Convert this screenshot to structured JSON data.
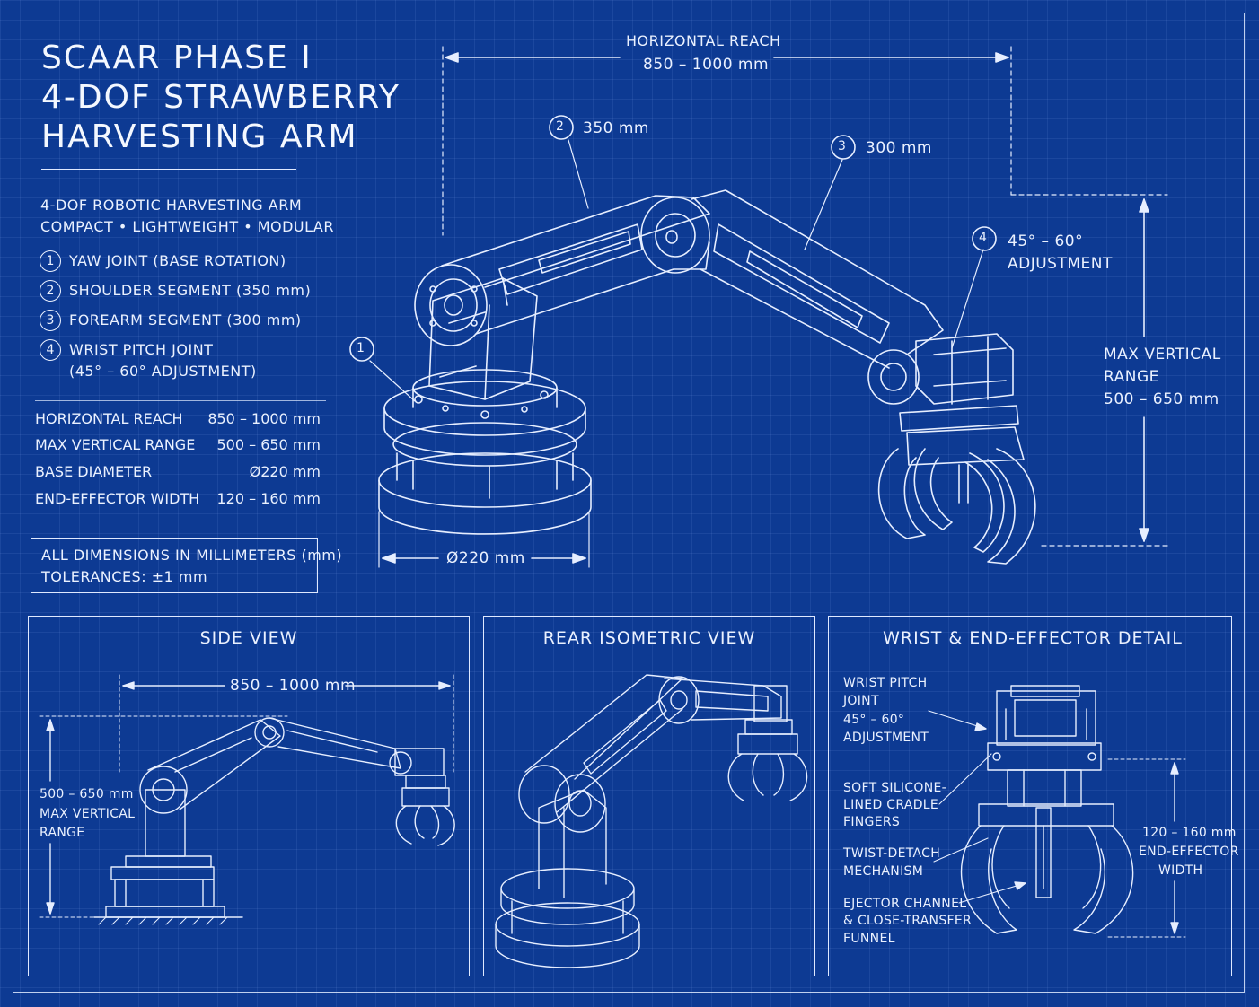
{
  "title": [
    "SCAAR PHASE I",
    "4-DOF STRAWBERRY",
    "HARVESTING ARM"
  ],
  "subtitle": [
    "4-DOF ROBOTIC HARVESTING ARM",
    "COMPACT • LIGHTWEIGHT • MODULAR"
  ],
  "legend": [
    {
      "num": "1",
      "text": "YAW JOINT (BASE ROTATION)"
    },
    {
      "num": "2",
      "text": "SHOULDER SEGMENT (350 mm)"
    },
    {
      "num": "3",
      "text": "FOREARM SEGMENT (300 mm)"
    },
    {
      "num": "4",
      "text": "WRIST PITCH JOINT",
      "text2": "(45° – 60° ADJUSTMENT)"
    }
  ],
  "specs": [
    {
      "key": "HORIZONTAL REACH",
      "value": "850 – 1000 mm"
    },
    {
      "key": "MAX VERTICAL RANGE",
      "value": "500 – 650 mm"
    },
    {
      "key": "BASE DIAMETER",
      "value": "Ø220 mm"
    },
    {
      "key": "END-EFFECTOR WIDTH",
      "value": "120 – 160 mm"
    }
  ],
  "note": [
    "ALL DIMENSIONS IN MILLIMETERS (mm)",
    "TOLERANCES: ±1 mm"
  ],
  "main": {
    "reach_label": "HORIZONTAL REACH",
    "reach_value": "850 – 1000 mm",
    "callout2_num": "2",
    "callout2_text": "350 mm",
    "callout3_num": "3",
    "callout3_text": "300 mm",
    "callout4_num": "4",
    "callout4_text": [
      "45° – 60°",
      "ADJUSTMENT"
    ],
    "callout1_num": "1",
    "vertical_label": [
      "MAX VERTICAL",
      "RANGE",
      "500 – 650 mm"
    ],
    "base_label": "Ø220 mm"
  },
  "side_view": {
    "title": "SIDE VIEW",
    "reach": "850 – 1000 mm",
    "vertical": [
      "500 – 650 mm",
      "MAX VERTICAL",
      "RANGE"
    ]
  },
  "rear_view": {
    "title": "REAR ISOMETRIC VIEW"
  },
  "detail": {
    "title": "WRIST & END-EFFECTOR DETAIL",
    "wrist": [
      "WRIST PITCH",
      "JOINT",
      "45° – 60°",
      "ADJUSTMENT"
    ],
    "fingers": [
      "SOFT SILICONE-",
      "LINED CRADLE",
      "FINGERS"
    ],
    "twist": [
      "TWIST-DETACH",
      "MECHANISM"
    ],
    "ejector": [
      "EJECTOR CHANNEL",
      "& CLOSE-TRANSFER",
      "FUNNEL"
    ],
    "width": [
      "120 – 160 mm",
      "END-EFFECTOR",
      "WIDTH"
    ]
  }
}
